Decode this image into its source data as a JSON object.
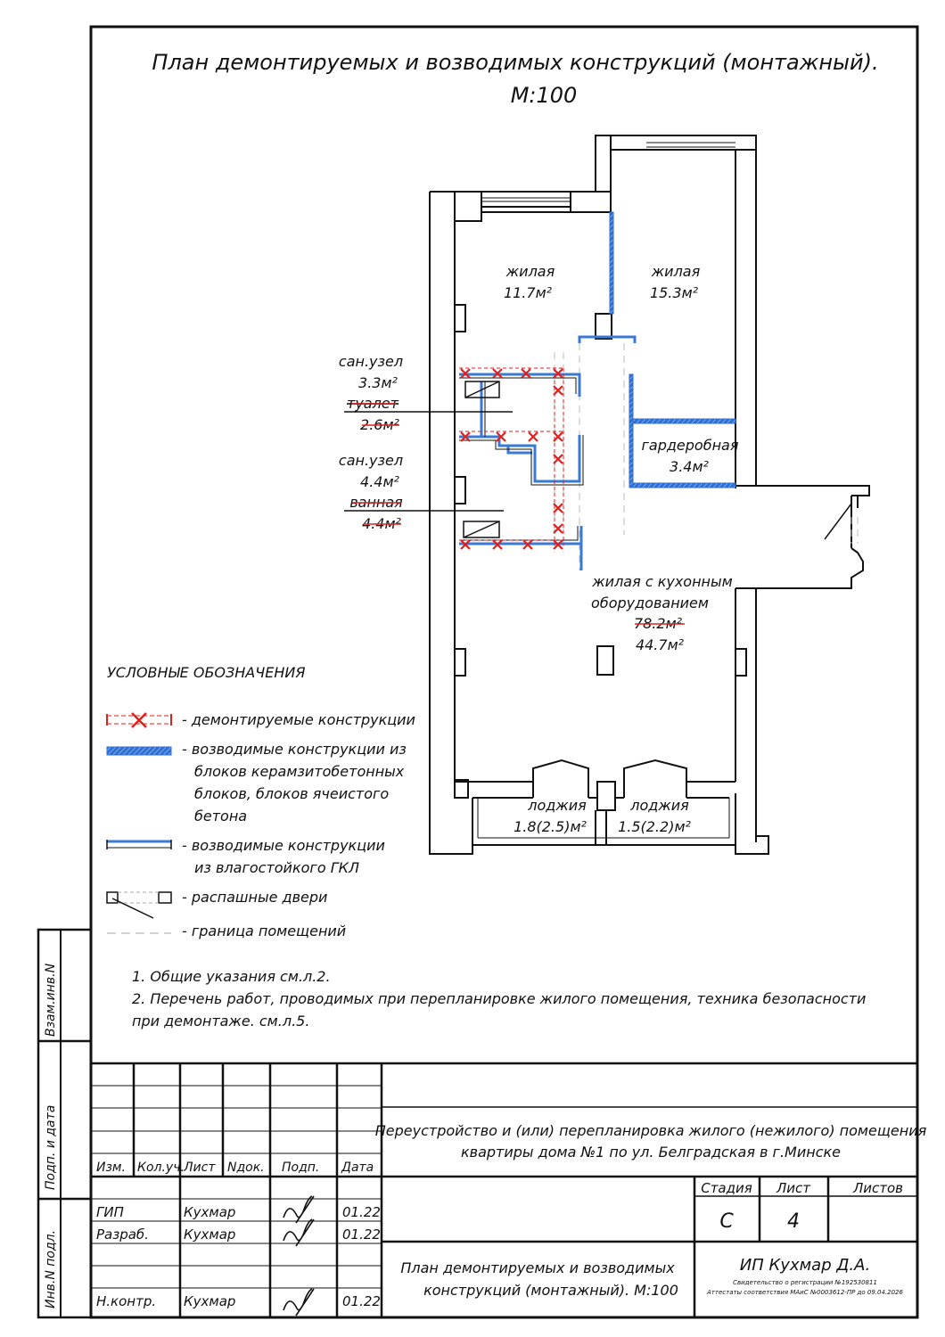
{
  "drawing": {
    "title_line1": "План демонтируемых и возводимых конструкций (монтажный).",
    "title_line2": "М:100"
  },
  "rooms": {
    "living1": {
      "name": "жилая",
      "area": "11.7м²"
    },
    "living2": {
      "name": "жилая",
      "area": "15.3м²"
    },
    "wardrobe": {
      "name": "гардеробная",
      "area": "3.4м²"
    },
    "bath1": {
      "name": "сан.узел",
      "area": "3.3м²",
      "old_name": "туалет",
      "old_area": "2.6м²"
    },
    "bath2": {
      "name": "сан.узел",
      "area": "4.4м²",
      "old_name": "ванная",
      "old_area": "4.4м²"
    },
    "kitchen_living": {
      "name_line1": "жилая с кухонным",
      "name_line2": "оборудованием",
      "old_area": "78.2м²",
      "area": "44.7м²"
    },
    "loggia1": {
      "name": "лоджия",
      "area": "1.8(2.5)м²"
    },
    "loggia2": {
      "name": "лоджия",
      "area": "1.5(2.2)м²"
    }
  },
  "legend": {
    "title": "УСЛОВНЫЕ ОБОЗНАЧЕНИЯ",
    "demolished": "- демонтируемые конструкции",
    "blocks_l1": "- возводимые конструкции из",
    "blocks_l2": "блоков керамзитобетонных",
    "blocks_l3": "блоков, блоков ячеистого",
    "blocks_l4": "бетона",
    "gkl_l1": "- возводимые конструкции",
    "gkl_l2": "из влагостойкого ГКЛ",
    "doors": "- распашные двери",
    "boundary": "- граница помещений"
  },
  "notes": {
    "n1": "1. Общие указания см.л.2.",
    "n2a": "2. Перечень работ, проводимых при перепланировке жилого помещения, техника безопасности",
    "n2b": "при демонтаже. см.л.5."
  },
  "side_stamps": {
    "s1": "Взам.инв.N",
    "s2": "Подп. и дата",
    "s3": "Инв.N подл."
  },
  "title_block": {
    "headers": [
      "Изм.",
      "Кол.уч.",
      "Лист",
      "Nдок.",
      "Подп.",
      "Дата"
    ],
    "rows": [
      {
        "role": "ГИП",
        "name": "Кухмар",
        "date": "01.22"
      },
      {
        "role": "Разраб.",
        "name": "Кухмар",
        "date": "01.22"
      },
      {
        "role": "Н.контр.",
        "name": "Кухмар",
        "date": "01.22"
      }
    ],
    "project_l1": "Переустройство и (или) перепланировка жилого (нежилого) помещения",
    "project_l2": "квартиры            дома №1 по ул. Белградская в г.Минске",
    "stage_label": "Стадия",
    "sheet_label": "Лист",
    "sheets_label": "Листов",
    "stage": "С",
    "sheet": "4",
    "sheets": "",
    "sheet_title_l1": "План демонтируемых и возводимых",
    "sheet_title_l2": "конструкций (монтажный). М:100",
    "org_name": "ИП Кухмар Д.А.",
    "org_cert1": "Свидетельство о регистрации №192530811",
    "org_cert2": "Аттестаты соответствия МАиС №0003612-ПР до 09.04.2026"
  },
  "colors": {
    "wall": "#111111",
    "new_block": "#2f6fd1",
    "new_gkl": "#3a7ad6",
    "demolish": "#e0201e"
  }
}
